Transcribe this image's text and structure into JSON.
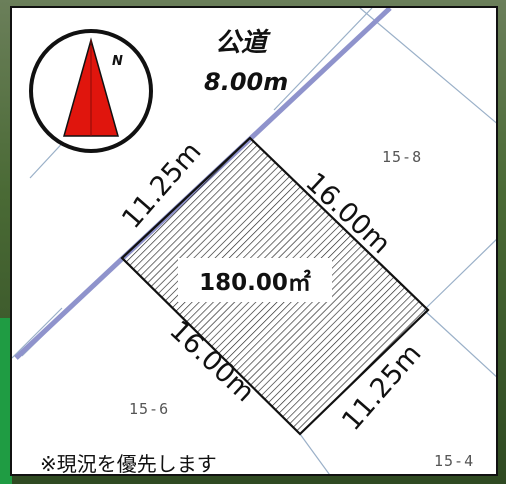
{
  "map": {
    "road_name": "公道",
    "road_width": "8.00m",
    "north_label": "N",
    "area": "180.00㎡",
    "note": "※現況を優先します",
    "dimensions": {
      "northwest": "11.25m",
      "northeast": "16.00m",
      "southwest": "16.00m",
      "southeast": "11.25m"
    },
    "adjacent_lots": {
      "lot_a": "15-8",
      "lot_b": "15-6",
      "lot_c": "15-4"
    },
    "colors": {
      "road_line": "#8f93cc",
      "compass_arrow": "#e0150d",
      "frame_border": "#111111",
      "parcel_line": "#9ab0c8"
    }
  }
}
